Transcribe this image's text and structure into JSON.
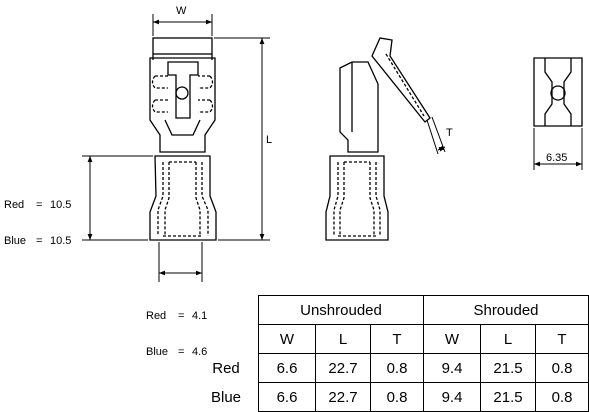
{
  "labels": {
    "w_top": "W",
    "l_side": "L",
    "t_side": "T",
    "width_right": "6.35",
    "left_dims": [
      {
        "color": "Red",
        "value": "10.5"
      },
      {
        "color": "Blue",
        "value": "10.5"
      }
    ],
    "bottom_dims": [
      {
        "color": "Red",
        "value": "4.1"
      },
      {
        "color": "Blue",
        "value": "4.6"
      }
    ],
    "equals": "="
  },
  "table": {
    "groups": [
      "Unshrouded",
      "Shrouded"
    ],
    "columns": [
      "W",
      "L",
      "T",
      "W",
      "L",
      "T"
    ],
    "rows": [
      {
        "label": "Red",
        "values": [
          "6.6",
          "22.7",
          "0.8",
          "9.4",
          "21.5",
          "0.8"
        ]
      },
      {
        "label": "Blue",
        "values": [
          "6.6",
          "22.7",
          "0.8",
          "9.4",
          "21.5",
          "0.8"
        ]
      }
    ]
  }
}
